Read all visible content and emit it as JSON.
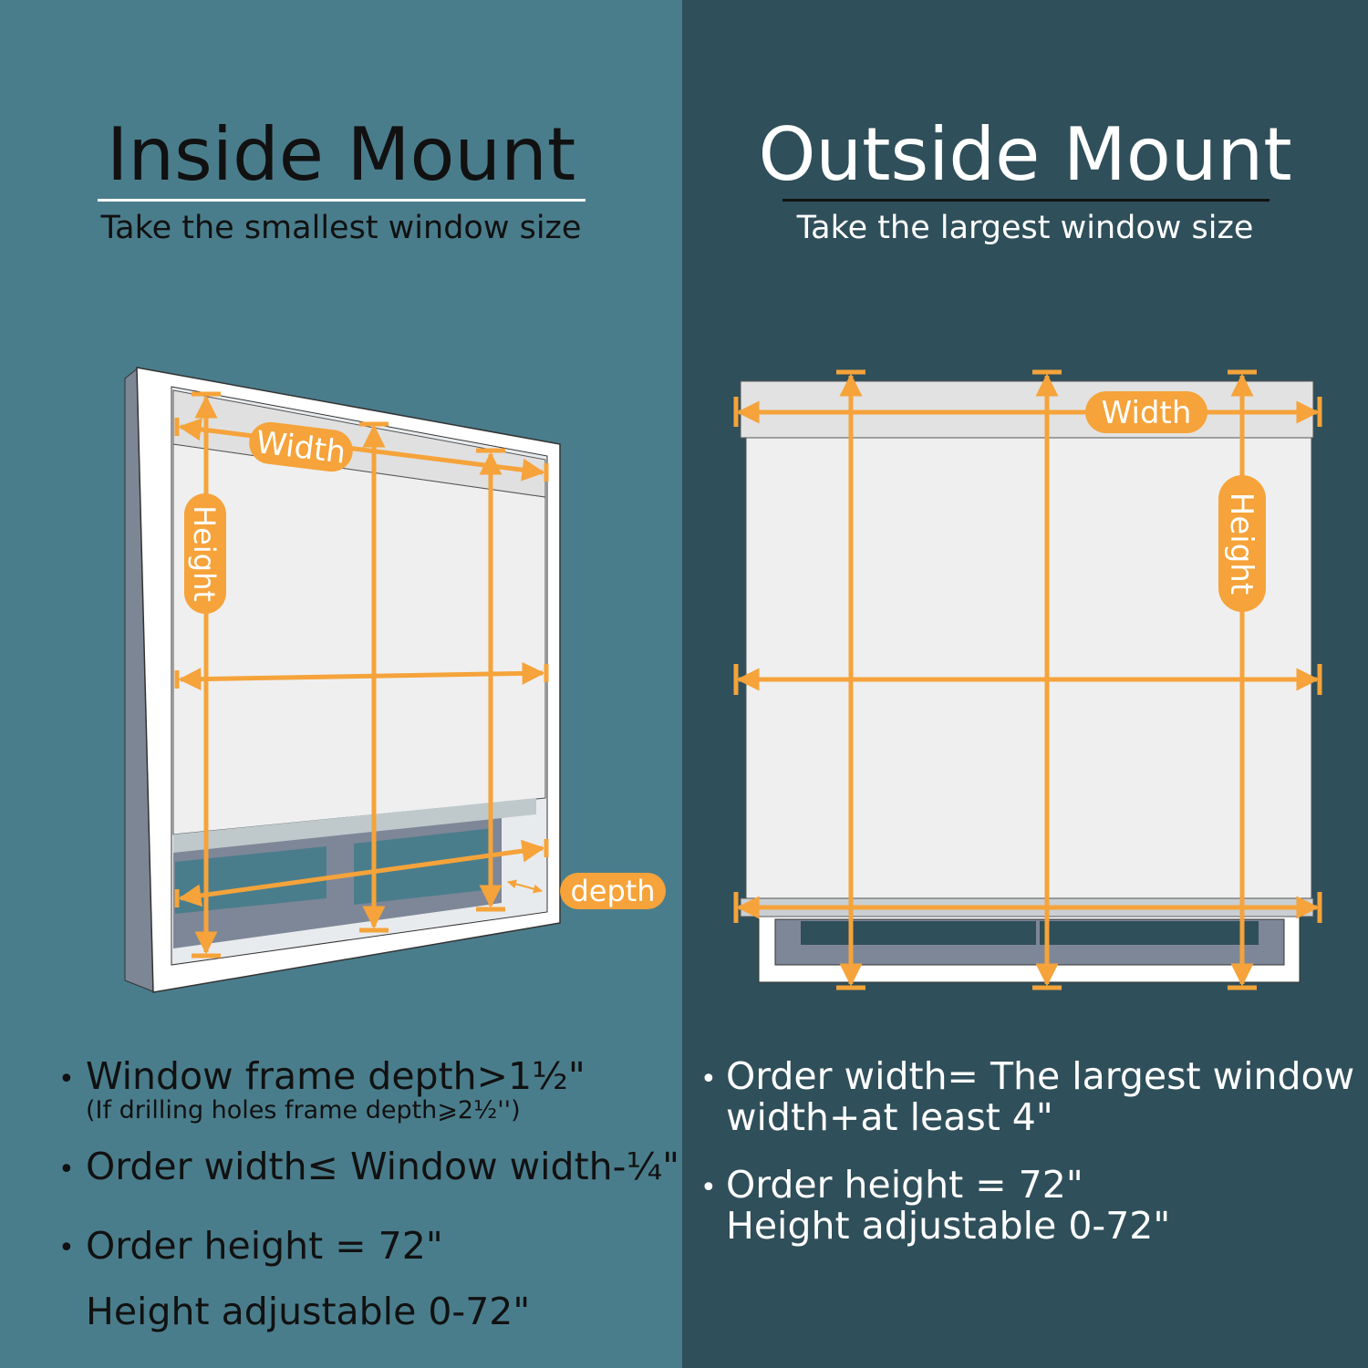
{
  "colors": {
    "left_bg": "#4a7d8c",
    "right_bg": "#2f4f5a",
    "accent": "#f5a33a"
  },
  "inside": {
    "title": "Inside Mount",
    "subtitle": "Take the smallest window size",
    "labels": {
      "width": "Width",
      "height": "Height",
      "depth": "depth"
    },
    "bullets": [
      {
        "text": "Window frame depth>1½\"",
        "note": "(If drilling holes frame depth⩾2½'')"
      },
      {
        "text": "Order width≤ Window width-¼\""
      },
      {
        "text": "Order height = 72\"",
        "continuation": "Height adjustable 0-72\""
      }
    ]
  },
  "outside": {
    "title": "Outside Mount",
    "subtitle": "Take the largest window size",
    "labels": {
      "width": "Width",
      "height": "Height"
    },
    "bullets": [
      {
        "text": "Order width= The largest window",
        "continuation": "width+at least 4\""
      },
      {
        "text": "Order height = 72\"",
        "continuation": "Height adjustable 0-72\""
      }
    ]
  }
}
